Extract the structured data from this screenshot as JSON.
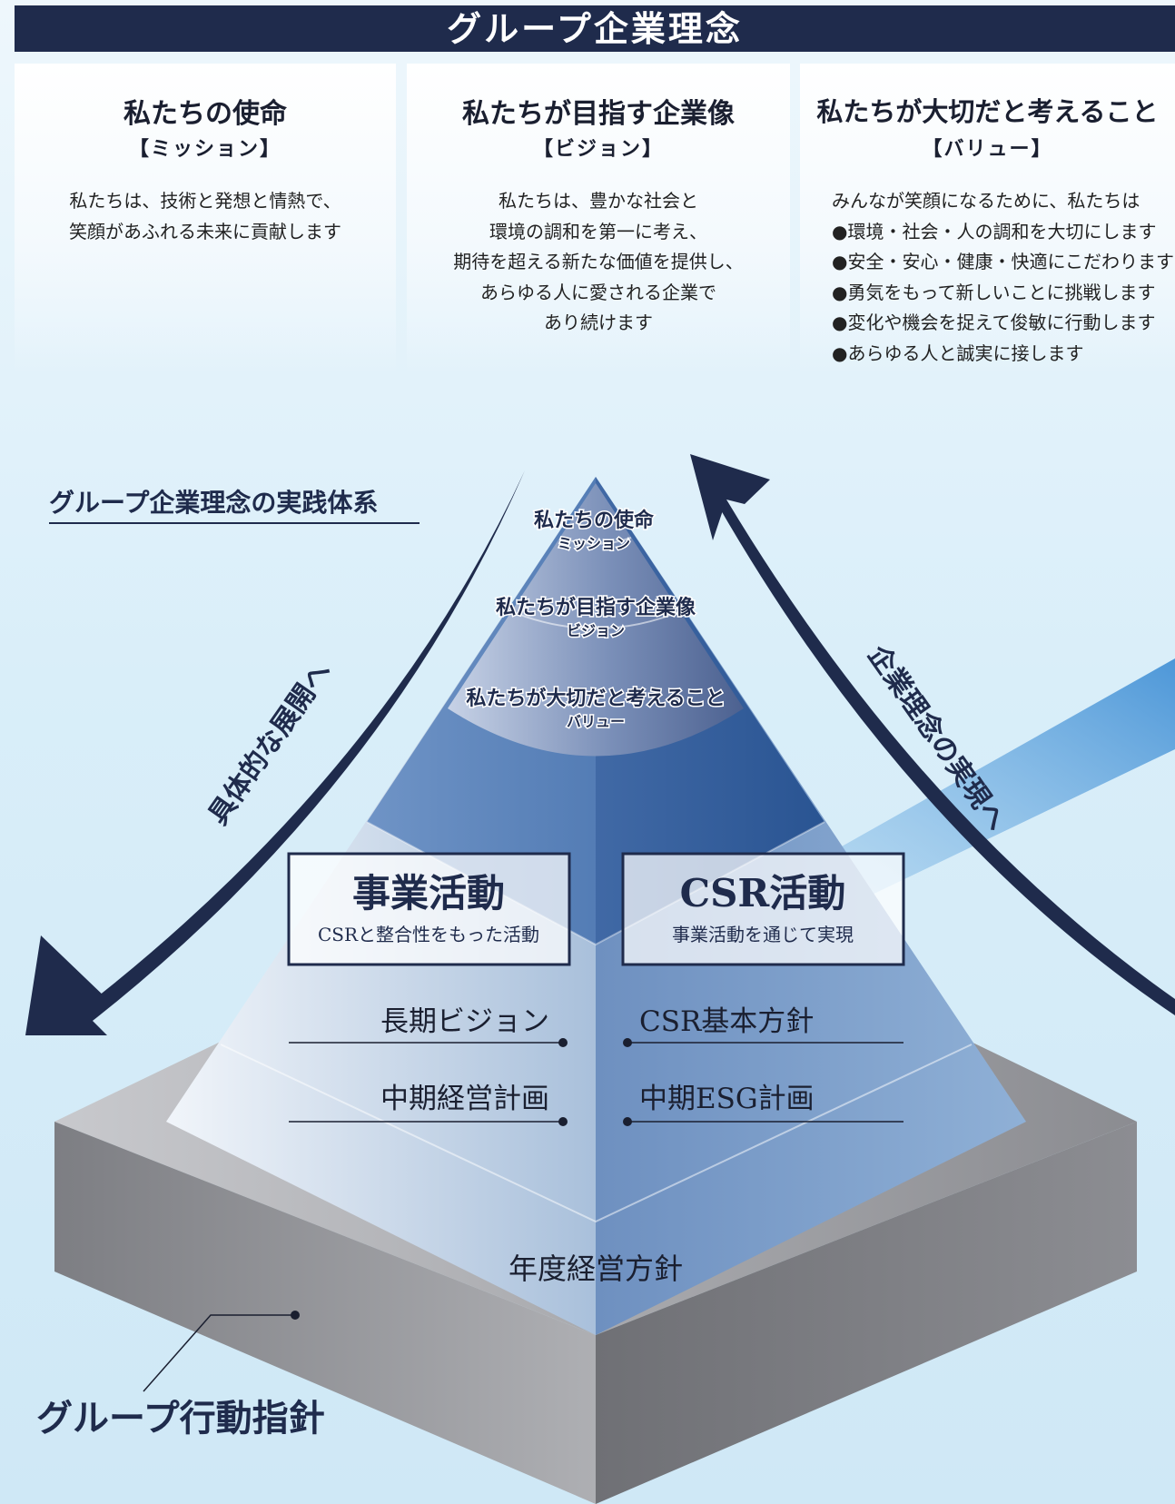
{
  "header": {
    "title": "グループ企業理念"
  },
  "cards": [
    {
      "title": "私たちの使命",
      "subtitle": "【ミッション】",
      "lines": [
        "私たちは、技術と発想と情熱で、",
        "笑顔があふれる未来に貢献します"
      ]
    },
    {
      "title": "私たちが目指す企業像",
      "subtitle": "【ビジョン】",
      "lines": [
        "私たちは、豊かな社会と",
        "環境の調和を第一に考え、",
        "期待を超える新たな価値を提供し、",
        "あらゆる人に愛される企業で",
        "あり続けます"
      ]
    },
    {
      "title": "私たちが大切だと考えること",
      "subtitle": "【バリュー】",
      "lines": [
        "みんなが笑顔になるために、私たちは",
        "●環境・社会・人の調和を大切にします",
        "●安全・安心・健康・快適にこだわります",
        "●勇気をもって新しいことに挑戦します",
        "●変化や機会を捉えて俊敏に行動します",
        "●あらゆる人と誠実に接します"
      ]
    }
  ],
  "diagram": {
    "section_title": "グループ企業理念の実践体系",
    "left_arrow_label": "具体的な展開へ",
    "right_arrow_label": "企業理念の実現へ",
    "cone": [
      {
        "title": "私たちの使命",
        "sub": "ミッション"
      },
      {
        "title": "私たちが目指す企業像",
        "sub": "ビジョン"
      },
      {
        "title": "私たちが大切だと考えること",
        "sub": "バリュー"
      }
    ],
    "box_business": {
      "title": "事業活動",
      "sub": "CSRと整合性をもった活動"
    },
    "box_csr": {
      "title": "CSR活動",
      "sub": "事業活動を通じて実現"
    },
    "left_items": [
      "長期ビジョン",
      "中期経営計画"
    ],
    "right_items": [
      "CSR基本方針",
      "中期ESG計画"
    ],
    "base_label": "年度経営方針",
    "base_callout": "グループ行動指針",
    "colors": {
      "navy": "#1f2b4c",
      "accent_blue": "#5fa5dc",
      "base_gray": "#8d8e94"
    }
  }
}
